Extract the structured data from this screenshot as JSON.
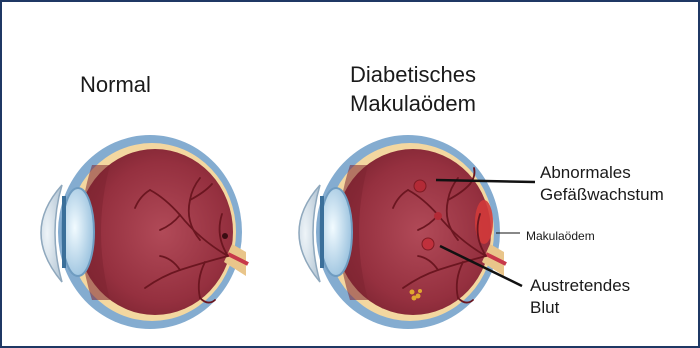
{
  "titles": {
    "normal": "Normal",
    "dme_line1": "Diabetisches",
    "dme_line2": "Makulaödem"
  },
  "labels": {
    "abnormal_line1": "Abnormales",
    "abnormal_line2": "Gefäßwachstum",
    "macular_edema": "Makulaödem",
    "leaking_line1": "Austretendes",
    "leaking_line2": "Blut"
  },
  "colors": {
    "border": "#1f3864",
    "sclera_outer": "#7fa6c9",
    "sclera_inner": "#f4d9a0",
    "eye_interior": "#9b3a47",
    "vessels": "#6e1a1f",
    "lens": "#cfe6f5",
    "edema": "#d23a3a"
  }
}
